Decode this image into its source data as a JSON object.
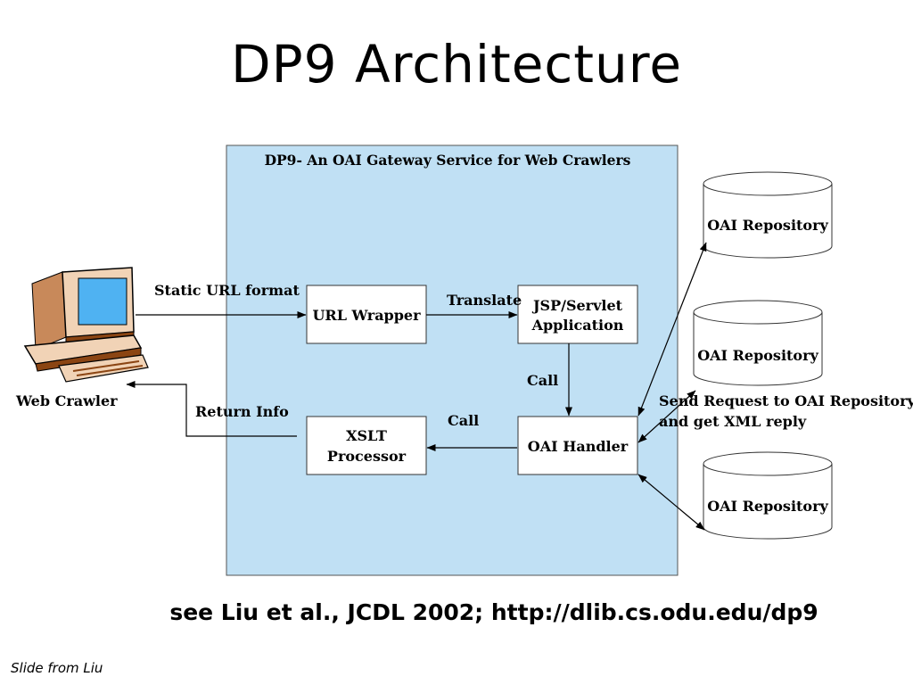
{
  "slide": {
    "title": "DP9 Architecture",
    "citation": "see Liu et al., JCDL 2002; http://dlib.cs.odu.edu/dp9",
    "credit": "Slide from Liu"
  },
  "diagram": {
    "gateway_title": "DP9- An OAI Gateway Service for Web Crawlers",
    "nodes": {
      "web_crawler": "Web Crawler",
      "url_wrapper": "URL Wrapper",
      "jsp_line1": "JSP/Servlet",
      "jsp_line2": "Application",
      "oai_handler": "OAI Handler",
      "xslt_line1": "XSLT",
      "xslt_line2": "Processor",
      "repo_1": "OAI Repository",
      "repo_2": "OAI Repository",
      "repo_3": "OAI Repository"
    },
    "edges": {
      "static_url": "Static URL format",
      "translate": "Translate",
      "call_down": "Call",
      "call_left": "Call",
      "return_info": "Return Info",
      "send_request_line1": "Send Request to OAI Repository",
      "send_request_line2": "and get XML reply"
    },
    "colors": {
      "gateway_fill": "#c0e0f4",
      "monitor_screen": "#4fb2f2",
      "computer_body": "#f1d3b6",
      "computer_shadow": "#8b4513"
    }
  }
}
